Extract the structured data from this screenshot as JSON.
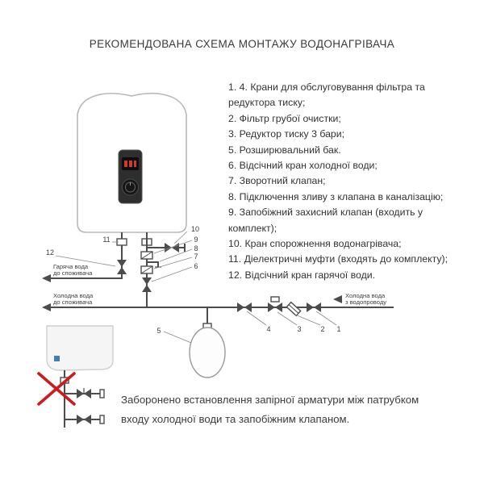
{
  "title": "РЕКОМЕНДОВАНА СХЕМА МОНТАЖУ ВОДОНАГРІВАЧА",
  "legend": {
    "items": [
      "1. 4. Крани для обслуговування фільтра та редуктора тиску;",
      "2. Фільтр грубої очистки;",
      "3. Редуктор тиску 3 бари;",
      "5. Розширювальний бак.",
      "6. Відсічний кран холодної води;",
      "7. Зворотний клапан;",
      "8. Підключення зливу з клапана в каналізацію;",
      "9. Запобіжний захисний клапан (входить у комплект);",
      "10. Кран спорожнення водонагрівача;",
      "11. Діелектричні муфти (входять до комплекту);",
      "12. Відсічний кран гарячої води."
    ]
  },
  "diagram": {
    "hot_out": {
      "l1": "Гаряча вода",
      "l2": "до споживача"
    },
    "cold_out": {
      "l1": "Холодна вода",
      "l2": "до споживача"
    },
    "cold_in": {
      "l1": "Холодна вода",
      "l2": "з водопроводу"
    },
    "callouts": {
      "n1": "1",
      "n2": "2",
      "n3": "3",
      "n4": "4",
      "n5": "5",
      "n6": "6",
      "n7": "7",
      "n8": "8",
      "n9": "9",
      "n10": "10",
      "n11": "11",
      "n12": "12"
    }
  },
  "warning": {
    "line1": "Заборонено встановлення запірної арматури між патрубком",
    "line2": "входу холодної води та запобіжним клапаном."
  },
  "colors": {
    "line": "#4c4c4c",
    "heater_outline": "#b8b8b8",
    "panel": "#2e2e2e",
    "display_red": "#d4372b",
    "forbidden_red": "#cc1b1b"
  }
}
